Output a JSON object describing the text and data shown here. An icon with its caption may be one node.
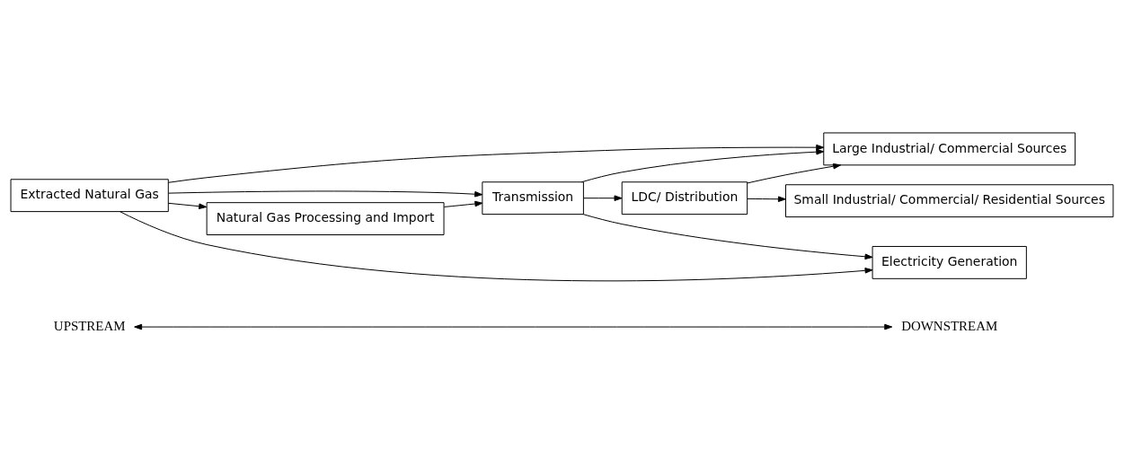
{
  "diagram": {
    "nodes": [
      {
        "text": [
          "UPSTREAM"
        ]
      },
      {
        "text": [
          "DOWNSTREAM"
        ]
      },
      {
        "text": [
          "Extracted Natural Gas"
        ]
      },
      {
        "text": [
          "Natural Gas Processing and Import"
        ]
      },
      {
        "text": [
          "Transmission"
        ]
      },
      {
        "text": [
          "LDC/ Distribution"
        ]
      },
      {
        "text": [
          "Electricity Generation"
        ]
      },
      {
        "text": [
          "Large Industrial/ Commercial Sources"
        ]
      },
      {
        "text": [
          "Small Industrial/ Commercial/ Residential Sources"
        ]
      }
    ],
    "edges": [
      {
        "from": 0,
        "to": 1,
        "arrow": "both"
      },
      {
        "from": 2,
        "to": 6,
        "arrow": "to"
      },
      {
        "from": 2,
        "to": 7,
        "arrow": "to"
      },
      {
        "from": 2,
        "to": 4,
        "arrow": "to"
      },
      {
        "from": 2,
        "to": 3,
        "arrow": "to"
      },
      {
        "from": 3,
        "to": 4,
        "arrow": "to"
      },
      {
        "from": 4,
        "to": 6,
        "arrow": "to"
      },
      {
        "from": 4,
        "to": 7,
        "arrow": "to"
      },
      {
        "from": 4,
        "to": 5,
        "arrow": "to"
      },
      {
        "from": 5,
        "to": 7,
        "arrow": "to"
      },
      {
        "from": 5,
        "to": 8,
        "arrow": "to"
      }
    ]
  }
}
